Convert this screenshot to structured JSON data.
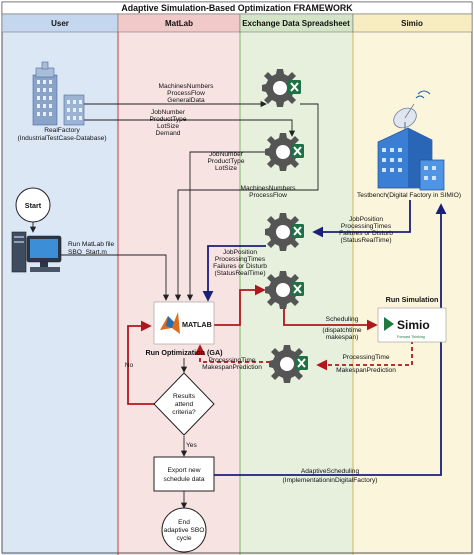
{
  "title": "Adaptive Simulation-Based Optimization FRAMEWORK",
  "lanes": [
    "User",
    "MatLab",
    "Exchange Data Spreadsheet",
    "Simio"
  ],
  "colors": {
    "user": "#dce7f6",
    "matlab": "#f8e3e3",
    "exchange": "#e6f0dd",
    "simio": "#fbf5dc",
    "red_flow": "#b2161d",
    "blue_flow": "#1c1f78",
    "black_flow": "#222222"
  },
  "nodes": {
    "real_factory": [
      "RealFactory",
      "(IndustrialTestCase-Database)"
    ],
    "start": "Start",
    "run_matlab": [
      "Run MatLab file",
      "SBO_Start.m"
    ],
    "matlab_logo": "MATLAB",
    "run_optimization": "Run Optimization (GA)",
    "decision": [
      "Results",
      "attend",
      "criteria?"
    ],
    "no": "No",
    "yes": "Yes",
    "export": [
      "Export new",
      "schedule data"
    ],
    "end": [
      "End",
      "adaptive SBO",
      "cycle"
    ],
    "testbench": "Testbench(Digital Factory in SIMIO)",
    "run_simulation": "Run Simulation",
    "simio_logo": "Simio",
    "simio_tagline": "Forward Thinking"
  },
  "flow_labels": {
    "machines_1": [
      "MachinesNumbers",
      "ProcessFlow",
      "GeneralData"
    ],
    "job_1": [
      "JobNumber",
      "ProductType",
      "LotSize",
      "Demand"
    ],
    "job_2": [
      "JobNumber",
      "ProductType",
      "LotSize"
    ],
    "machines_2": [
      "MachinesNumbers",
      "ProcessFlow"
    ],
    "jobpos_right": [
      "JobPosition",
      "ProcessingTimes",
      "Failures or Disturb",
      "(StatusRealTime)"
    ],
    "jobpos_left": [
      "JobPosition",
      "ProcessingTimes",
      "Failures or Disturb",
      "(StatusRealTime)"
    ],
    "scheduling": [
      "Scheduling",
      "(dispatchtime",
      "makespan)"
    ],
    "proc_right": [
      "ProcessingTime",
      "MakespanPrediction"
    ],
    "proc_left": [
      "ProcessingTime",
      "MakespanPrediction"
    ],
    "adaptive": [
      "AdaptiveScheduling",
      "(ImplementationinDigitalFactory)"
    ]
  },
  "icons": [
    "building-icon",
    "gear-excel-icon",
    "computer-icon",
    "satellite-dish-icon",
    "office-buildings-icon"
  ]
}
